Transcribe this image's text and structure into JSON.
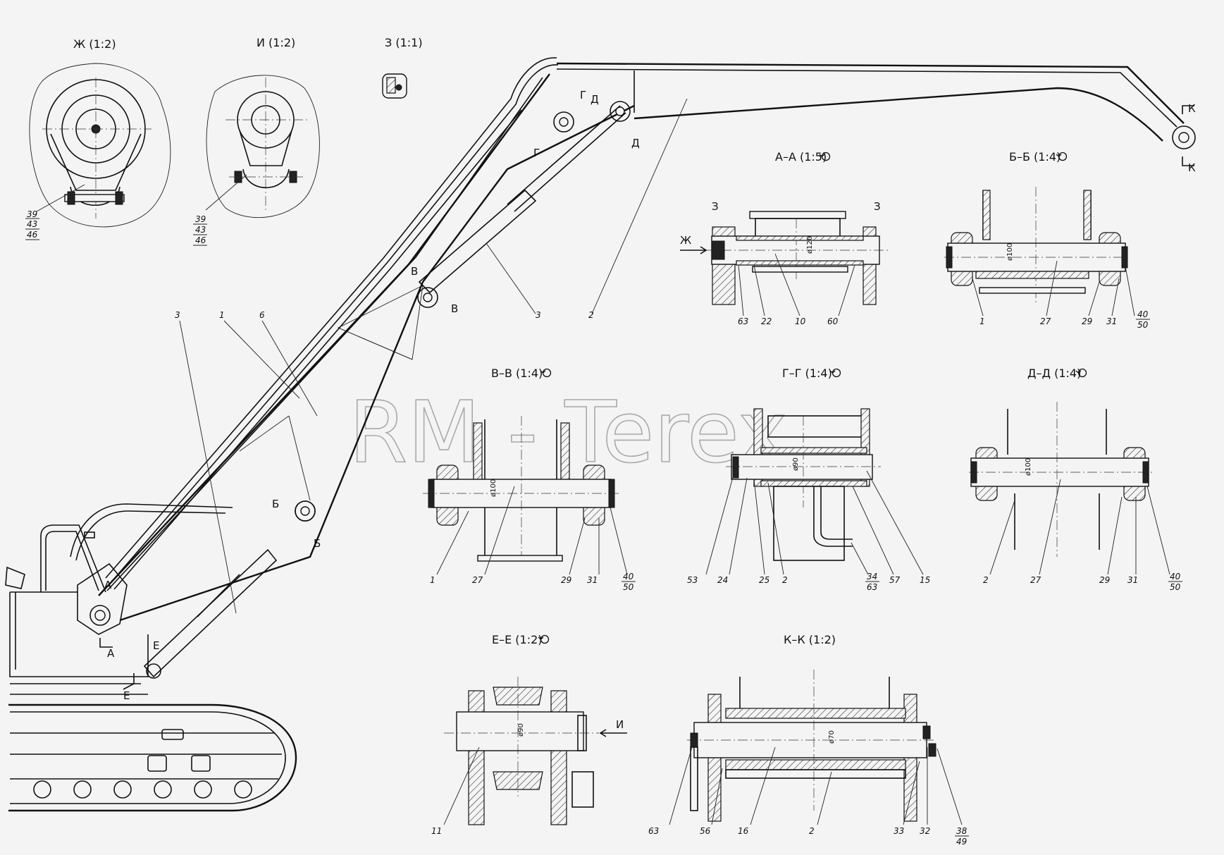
{
  "watermark": "RM - Terex",
  "views": {
    "zh": {
      "title": "Ж (1:2)"
    },
    "i": {
      "title": "И (1:2)"
    },
    "z": {
      "title": "З (1:1)"
    },
    "aa": {
      "title": "А–А (1:5)"
    },
    "bb": {
      "title": "Б–Б (1:4)"
    },
    "vv": {
      "title": "В–В (1:4)"
    },
    "gg": {
      "title": "Г–Г (1:4)"
    },
    "dd": {
      "title": "Д–Д (1:4)"
    },
    "ee": {
      "title": "Е–Е (1:2)"
    },
    "kk": {
      "title": "К–К (1:2)"
    }
  },
  "section_marks": {
    "a": "А",
    "b": "Б",
    "v": "В",
    "g": "Г",
    "d": "Д",
    "e": "Е",
    "k": "К",
    "zh": "Ж",
    "i": "И",
    "z": "З"
  },
  "dims": {
    "aa": "ø120",
    "bb": "ø100",
    "vv": "ø100",
    "gg": "ø90",
    "dd": "ø100",
    "ee": "ø90",
    "kk": "ø70"
  },
  "callouts": {
    "zh": [
      "39",
      "43",
      "46"
    ],
    "i": [
      "39",
      "43",
      "46"
    ],
    "main": [
      "3",
      "1",
      "6",
      "3",
      "2"
    ],
    "aa": [
      "63",
      "22",
      "10",
      "60"
    ],
    "bb": [
      "1",
      "27",
      "29",
      "31",
      "40",
      "50"
    ],
    "vv": [
      "1",
      "27",
      "29",
      "31",
      "40",
      "50"
    ],
    "gg": [
      "53",
      "24",
      "25",
      "2",
      "34",
      "63",
      "57",
      "15"
    ],
    "dd": [
      "2",
      "27",
      "29",
      "31",
      "40",
      "50"
    ],
    "ee": [
      "11"
    ],
    "kk": [
      "63",
      "56",
      "16",
      "2",
      "33",
      "32",
      "38",
      "49"
    ]
  }
}
